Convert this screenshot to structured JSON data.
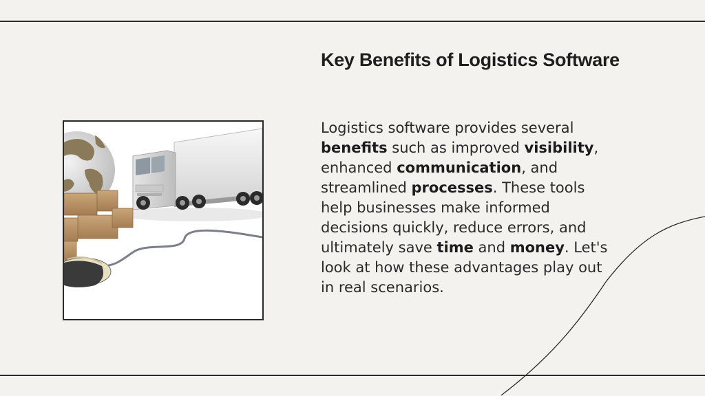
{
  "slide": {
    "title": "Key Benefits of Logistics Software",
    "paragraph": [
      {
        "text": "Logistics software provides several ",
        "bold": false
      },
      {
        "text": "benefits",
        "bold": true
      },
      {
        "text": " such as improved ",
        "bold": false
      },
      {
        "text": "visibility",
        "bold": true
      },
      {
        "text": ", enhanced ",
        "bold": false
      },
      {
        "text": "communication",
        "bold": true
      },
      {
        "text": ", and streamlined ",
        "bold": false
      },
      {
        "text": "processes",
        "bold": true
      },
      {
        "text": ". These tools help businesses make informed decisions quickly, reduce errors, and ultimately save ",
        "bold": false
      },
      {
        "text": "time",
        "bold": true
      },
      {
        "text": " and ",
        "bold": false
      },
      {
        "text": "money",
        "bold": true
      },
      {
        "text": ". Let's look at how these advantages play out in real scenarios.",
        "bold": false
      }
    ]
  },
  "colors": {
    "background": "#f4f2ee",
    "rule": "#2b2b2b",
    "text": "#2a2a2a"
  },
  "icons": {
    "image": "logistics-illustration-icon"
  }
}
